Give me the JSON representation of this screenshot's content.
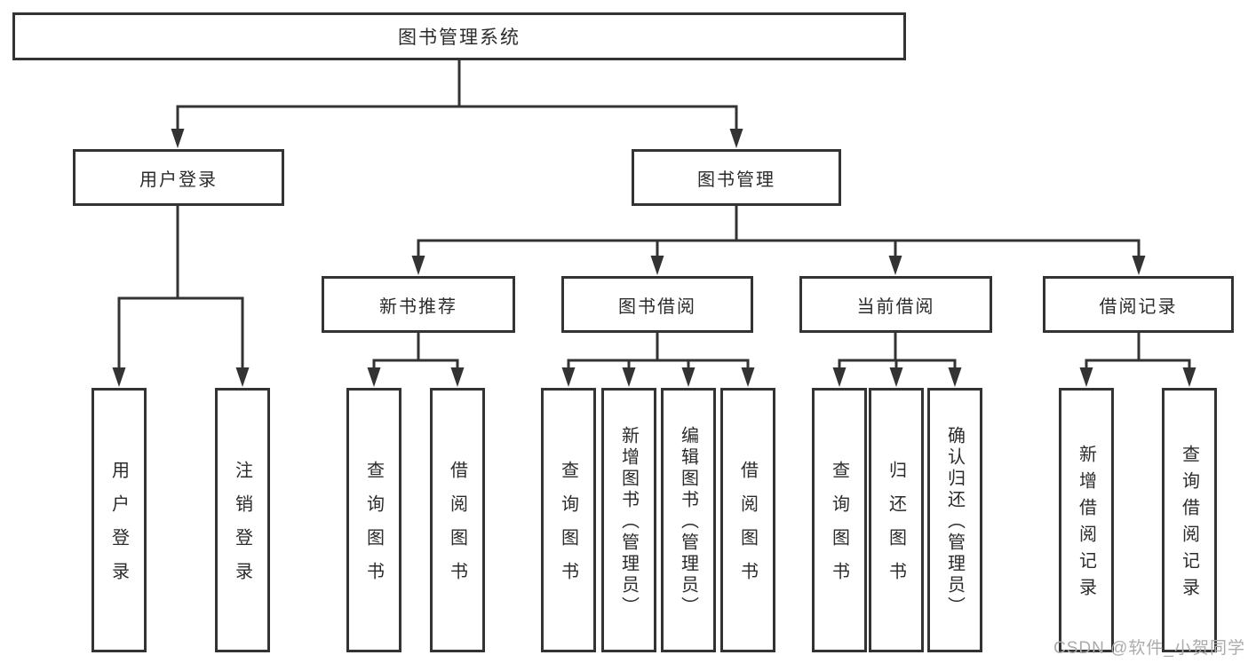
{
  "colors": {
    "line": "#333333",
    "box_bg": "#ffffff",
    "page_bg": "#ffffff",
    "text": "#2b2b2b",
    "watermark": "#ababab"
  },
  "watermark": {
    "text": "CSDN @软件_小贺同学"
  },
  "diagram": {
    "root": {
      "label": "图书管理系统"
    },
    "branches": {
      "login": {
        "label": "用户登录",
        "children": [
          {
            "label": "用户登录"
          },
          {
            "label": "注销登录"
          }
        ]
      },
      "management": {
        "label": "图书管理",
        "groups": [
          {
            "label": "新书推荐",
            "children": [
              {
                "label": "查询图书"
              },
              {
                "label": "借阅图书"
              }
            ]
          },
          {
            "label": "图书借阅",
            "children": [
              {
                "label": "查询图书"
              },
              {
                "label": "新增图书（管理员）"
              },
              {
                "label": "编辑图书（管理员）"
              },
              {
                "label": "借阅图书"
              }
            ]
          },
          {
            "label": "当前借阅",
            "children": [
              {
                "label": "查询图书"
              },
              {
                "label": "归还图书"
              },
              {
                "label": "确认归还（管理员）"
              }
            ]
          },
          {
            "label": "借阅记录",
            "children": [
              {
                "label": "新增借阅记录"
              },
              {
                "label": "查询借阅记录"
              }
            ]
          }
        ]
      }
    }
  }
}
